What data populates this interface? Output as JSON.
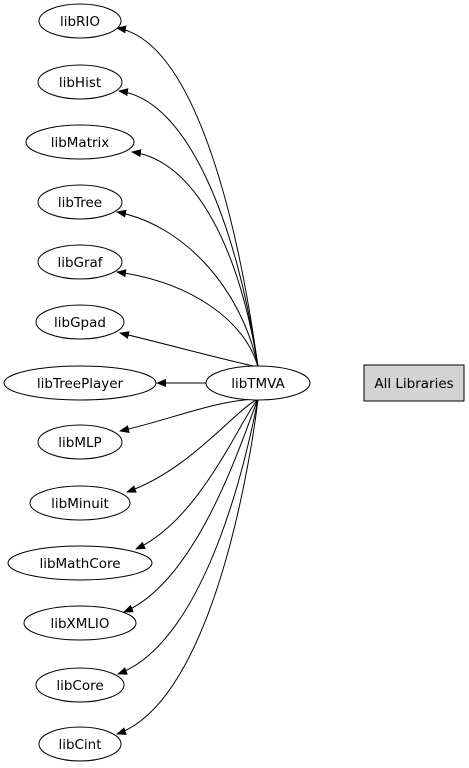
{
  "graph": {
    "source": "libTMVA",
    "dependencies": [
      "libRIO",
      "libHist",
      "libMatrix",
      "libTree",
      "libGraf",
      "libGpad",
      "libTreePlayer",
      "libMLP",
      "libMinuit",
      "libMathCore",
      "libXMLIO",
      "libCore",
      "libCint"
    ],
    "all_libraries_label": "All Libraries"
  },
  "colors": {
    "edge": "#000000",
    "node_border": "#000000",
    "node_fill": "#ffffff",
    "box_fill": "#d3d3d3"
  }
}
